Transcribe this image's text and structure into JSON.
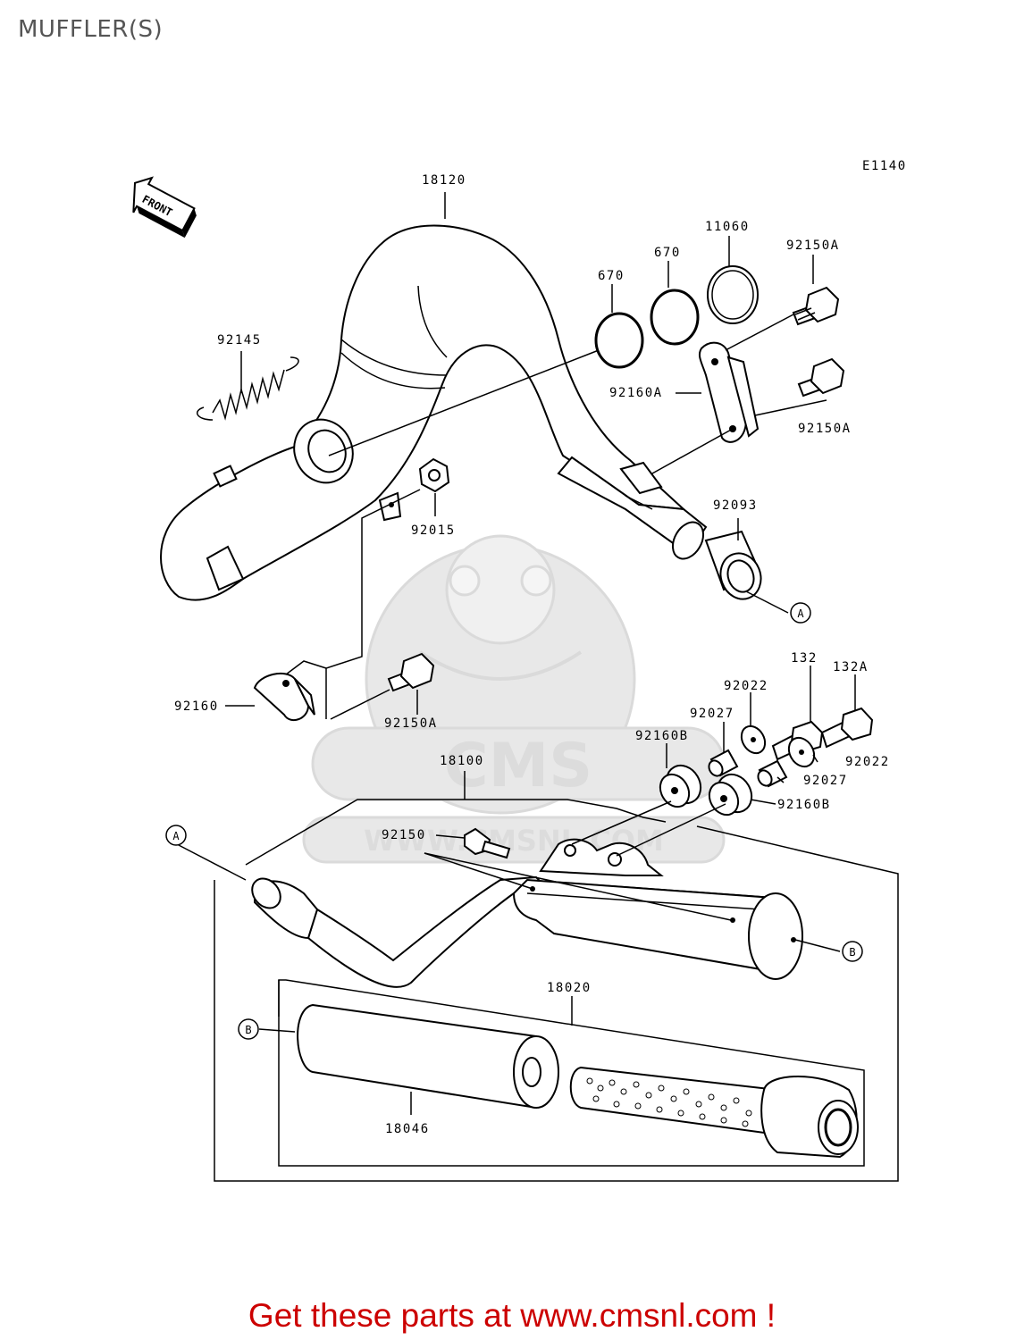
{
  "title": "MUFFLER(S)",
  "diagram_code": "E1140",
  "front_marker": "FRONT",
  "callouts": {
    "a": "A",
    "b": "B"
  },
  "parts": {
    "p18120": "18120",
    "p11060": "11060",
    "p670_a": "670",
    "p670_b": "670",
    "p92150A_a": "92150A",
    "p92150A_b": "92150A",
    "p92160A": "92160A",
    "p92145": "92145",
    "p92015": "92015",
    "p92093": "92093",
    "p92160": "92160",
    "p92150A_c": "92150A",
    "p132": "132",
    "p132A": "132A",
    "p92022_a": "92022",
    "p92022_b": "92022",
    "p92027_a": "92027",
    "p92027_b": "92027",
    "p92160B_a": "92160B",
    "p92160B_b": "92160B",
    "p18100": "18100",
    "p92150": "92150",
    "p18020": "18020",
    "p18046": "18046"
  },
  "watermark": {
    "brand": "CMS",
    "url": "WWW.CMSNL.COM"
  },
  "footer": "Get these parts at www.cmsnl.com !",
  "colors": {
    "footer_text": "#cc0000",
    "title_text": "#555555",
    "watermark": "#dddddd"
  }
}
